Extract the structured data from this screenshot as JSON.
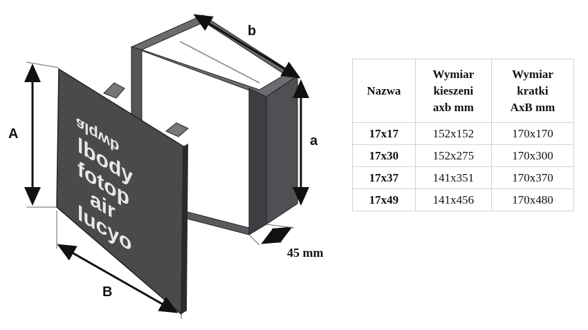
{
  "labels": {
    "A": "A",
    "B": "B",
    "a": "a",
    "b": "b",
    "depth": "45 mm"
  },
  "grille_text": [
    "alqwb",
    "lbody",
    "fotop",
    "air",
    "lucyo"
  ],
  "table": {
    "headers": [
      [
        "Nazwa"
      ],
      [
        "Wymiar",
        "kieszeni",
        "axb mm"
      ],
      [
        "Wymiar",
        "kratki",
        "AxB mm"
      ]
    ],
    "rows": [
      [
        "17x17",
        "152x152",
        "170x170"
      ],
      [
        "17x30",
        "152x275",
        "170x300"
      ],
      [
        "17x37",
        "141x351",
        "170x370"
      ],
      [
        "17x49",
        "141x456",
        "170x480"
      ]
    ]
  },
  "colors": {
    "metal": "#4a4a4d",
    "edge": "#2a2a2c",
    "light": "#8a8a8e"
  }
}
